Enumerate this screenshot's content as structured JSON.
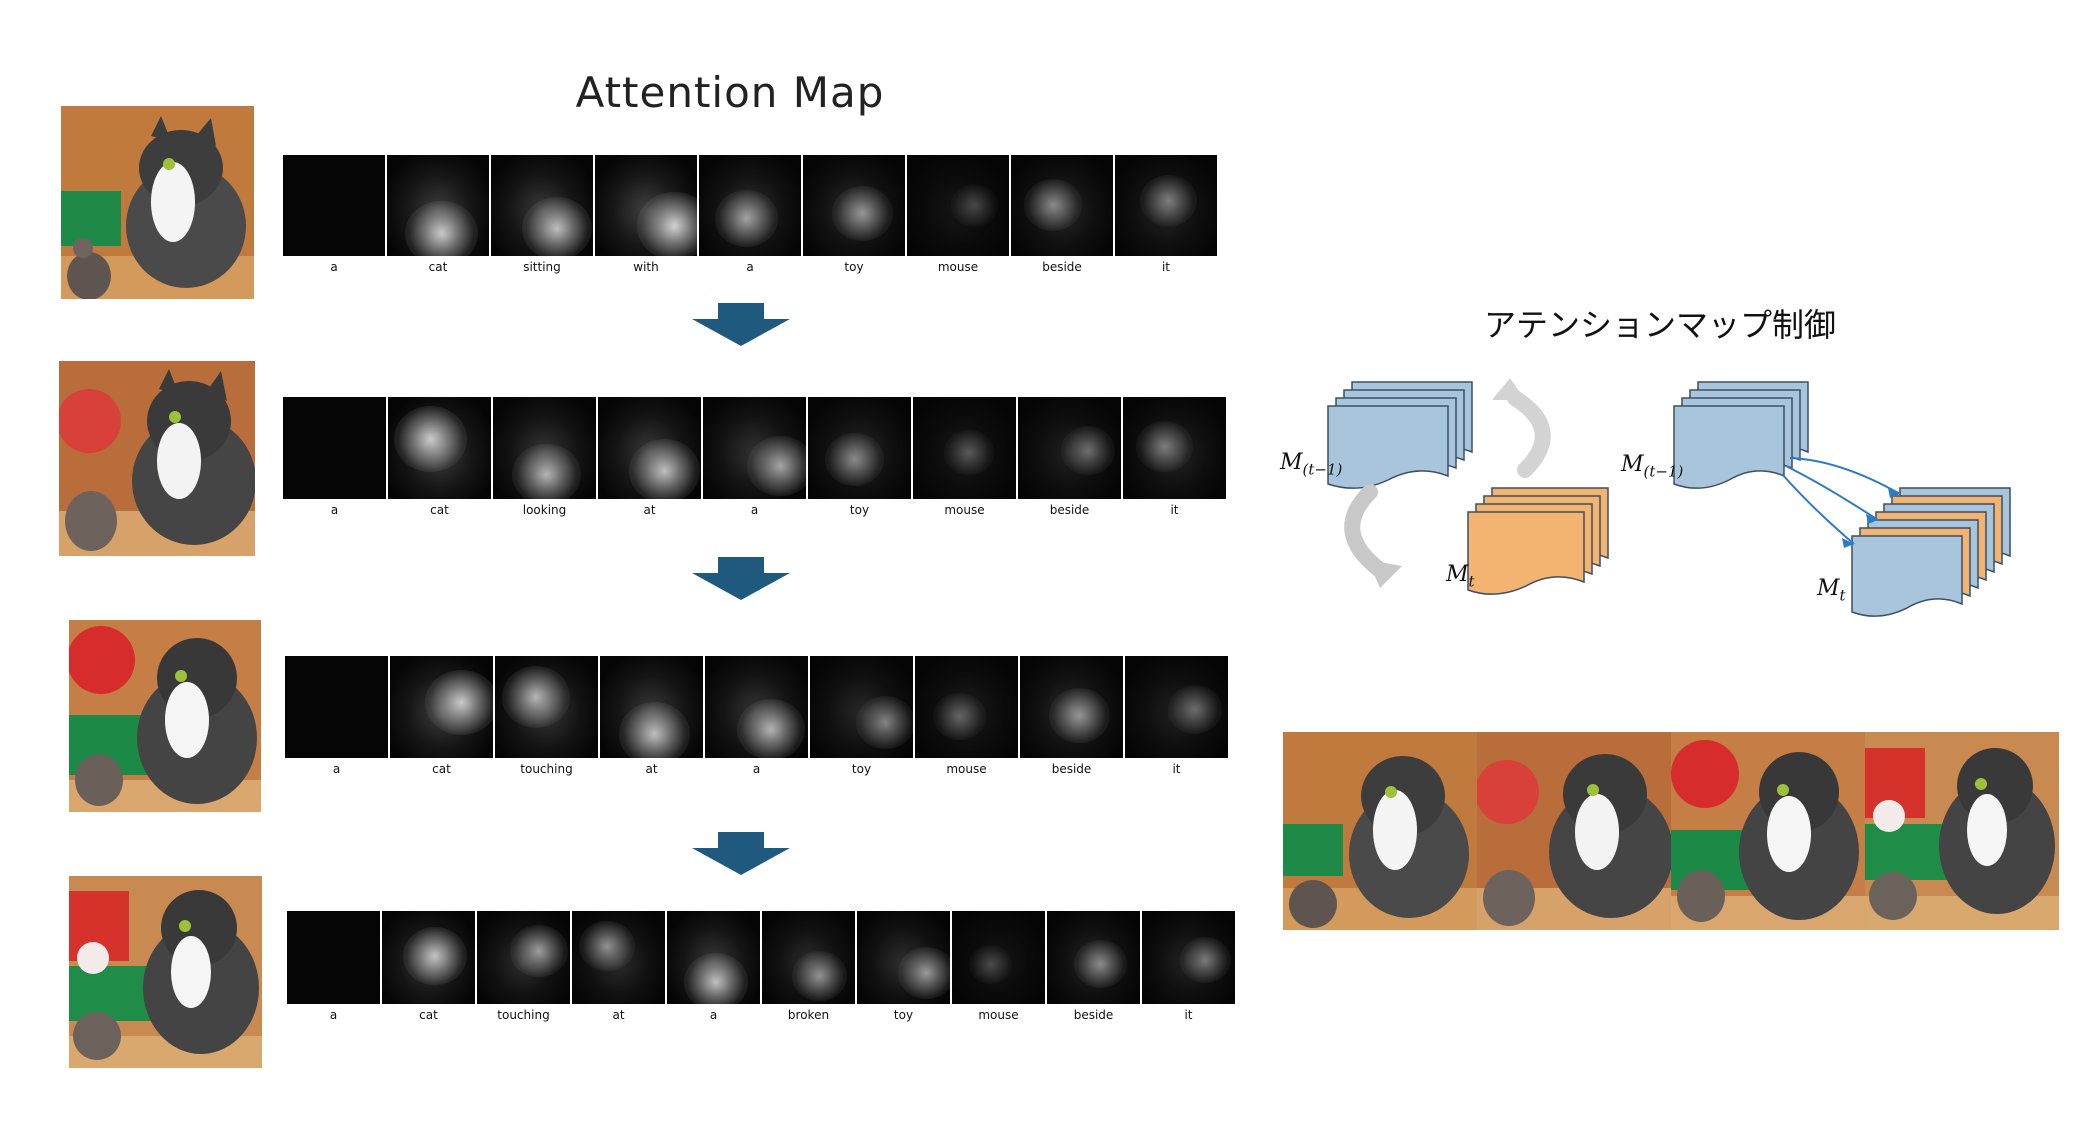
{
  "title": "Attention Map",
  "control_title": "アテンションマップ制御",
  "rows": [
    {
      "words": [
        "a",
        "cat",
        "sitting",
        "with",
        "a",
        "toy",
        "mouse",
        "beside",
        "it"
      ],
      "intensity": [
        0.0,
        0.8,
        0.75,
        0.85,
        0.6,
        0.55,
        0.25,
        0.5,
        0.45
      ]
    },
    {
      "words": [
        "a",
        "cat",
        "looking",
        "at",
        "a",
        "toy",
        "mouse",
        "beside",
        "it"
      ],
      "intensity": [
        0.0,
        0.8,
        0.7,
        0.75,
        0.65,
        0.5,
        0.3,
        0.4,
        0.45
      ]
    },
    {
      "words": [
        "a",
        "cat",
        "touching",
        "at",
        "a",
        "toy",
        "mouse",
        "beside",
        "it"
      ],
      "intensity": [
        0.0,
        0.8,
        0.7,
        0.75,
        0.7,
        0.5,
        0.35,
        0.55,
        0.4
      ]
    },
    {
      "words": [
        "a",
        "cat",
        "touching",
        "at",
        "a",
        "broken",
        "toy",
        "mouse",
        "beside",
        "it"
      ],
      "intensity": [
        0.0,
        0.75,
        0.6,
        0.55,
        0.75,
        0.55,
        0.6,
        0.25,
        0.5,
        0.45
      ]
    }
  ],
  "labels": {
    "m_prev": "M",
    "m_prev_sub": "(t−1)",
    "m_t": "M",
    "m_t_sub": "t"
  },
  "colors": {
    "arrow": "#1f5a7e",
    "map_blue": "#a9c5dc",
    "map_orange": "#f2b470",
    "curve_gray": "#c8c8c8",
    "link_blue": "#2f7ac6"
  }
}
